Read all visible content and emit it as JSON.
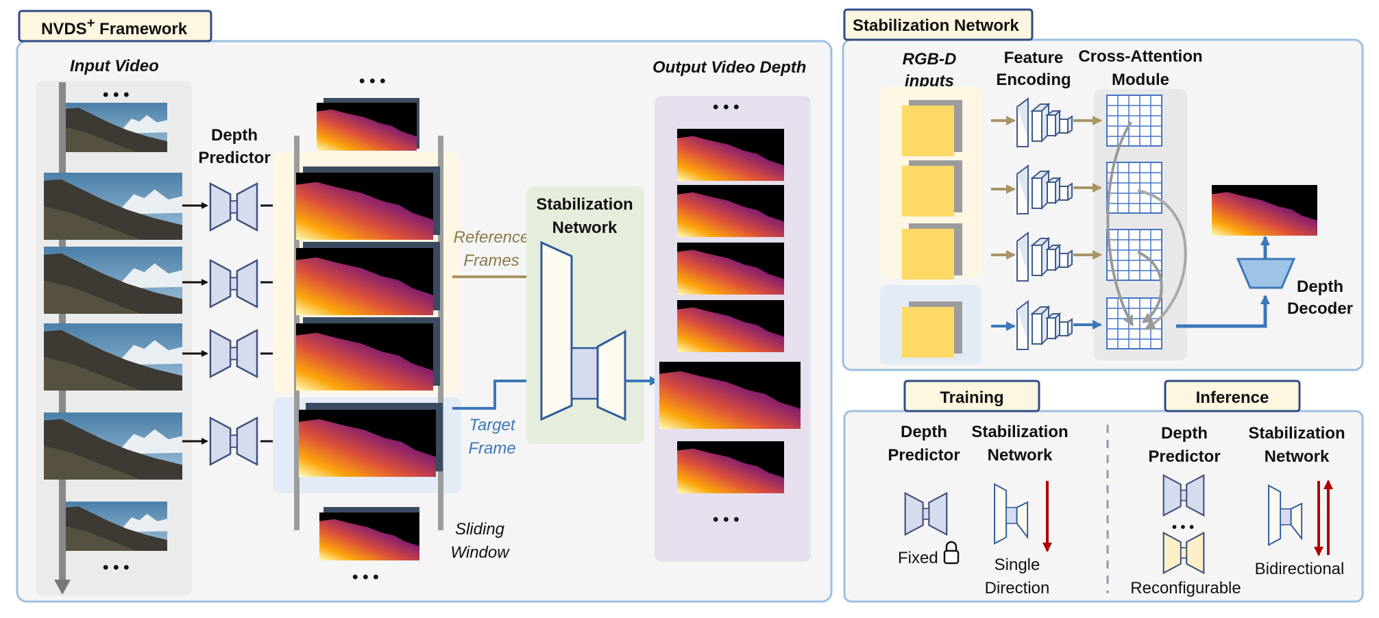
{
  "colors": {
    "panel_border": "#9cc0df",
    "panel_fill": "#f5f5f5",
    "title_fill": "#fdf6e0",
    "title_border": "#2e4a86",
    "encoder_fill": "#d7dbee",
    "encoder_stroke": "#3c4f7a",
    "ref_arrow": "#a99464",
    "target_arrow": "#3a78b8",
    "red_arrow": "#b00000",
    "input_col": "#ebebeb",
    "ref_band": "#fdf7e4",
    "target_band": "#e3ecf6",
    "stab_band": "#e5eedc",
    "output_col": "#e6e0ee",
    "yellow_block": "#ffd966",
    "grid": "#4472c4"
  },
  "framework": {
    "title": "NVDS",
    "title_sup": "+",
    "title_suffix": " Framework",
    "input_label": "Input Video",
    "depth_predictor_line1": "Depth",
    "depth_predictor_line2": "Predictor",
    "output_label": "Output Video Depth",
    "stab_line1": "Stabilization",
    "stab_line2": "Network",
    "ref_line1": "Reference",
    "ref_line2": "Frames",
    "target_line1": "Target",
    "target_line2": "Frame",
    "sliding_line1": "Sliding",
    "sliding_line2": "Window",
    "dots": "• • •"
  },
  "stab_net": {
    "title": "Stabilization Network",
    "rgbd_line1": "RGB-D",
    "rgbd_line2": "inputs",
    "feat_line1": "Feature",
    "feat_line2": "Encoding",
    "cross_line1": "Cross-Attention",
    "cross_line2": "Module",
    "decoder_line1": "Depth",
    "decoder_line2": "Decoder"
  },
  "training": {
    "title": "Training",
    "dp_line1": "Depth",
    "dp_line2": "Predictor",
    "sn_line1": "Stabilization",
    "sn_line2": "Network",
    "fixed": "Fixed",
    "dir_line1": "Single",
    "dir_line2": "Direction"
  },
  "inference": {
    "title": "Inference",
    "dp_line1": "Depth",
    "dp_line2": "Predictor",
    "sn_line1": "Stabilization",
    "sn_line2": "Network",
    "reconfig": "Reconfigurable",
    "bidir": "Bidirectional",
    "dots": "• • •"
  }
}
